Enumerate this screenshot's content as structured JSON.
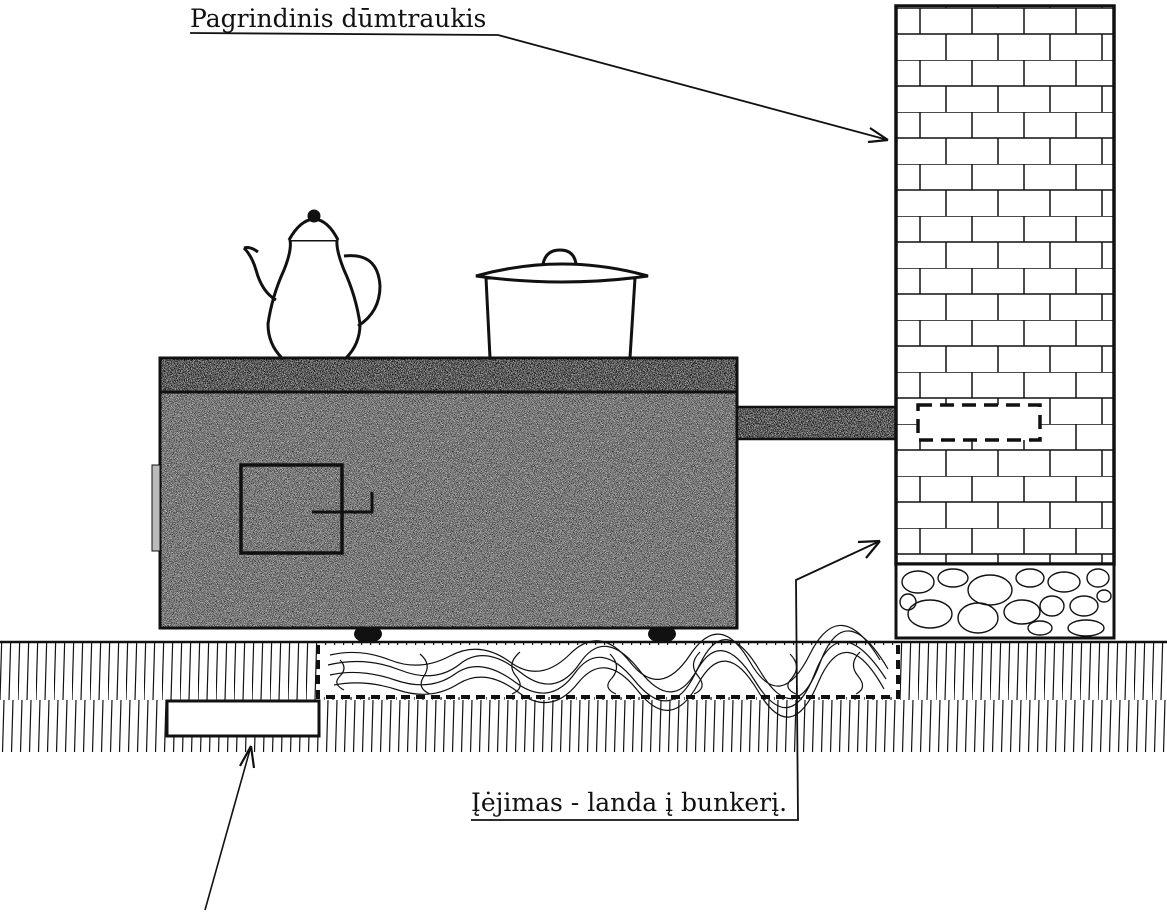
{
  "labels": {
    "chimney": "Pagrindinis dūmtraukis",
    "entrance": "Įėjimas - landa į bunkerį."
  },
  "colors": {
    "ink": "#111111",
    "stove_fill": "#dcdcdc",
    "stove_speckle": "#8a8a8a",
    "top_slab": "#9a9a9a",
    "paper": "#ffffff"
  },
  "icons": [
    "kettle-icon",
    "pot-icon",
    "brick-chimney",
    "stone-foundation",
    "stove-body",
    "firewood-pit",
    "hatch-entrance"
  ]
}
